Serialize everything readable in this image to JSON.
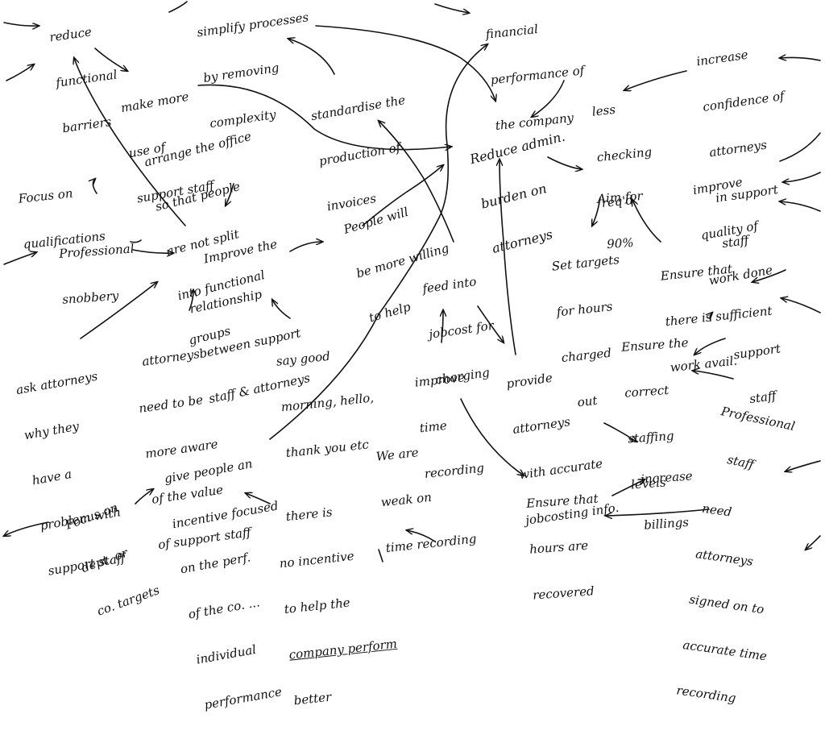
{
  "nodes": {
    "reduce_functional_barriers": [
      "reduce",
      "functional",
      "barriers"
    ],
    "simplify_processes": [
      "simplify processes",
      "by removing",
      "complexity"
    ],
    "financial_performance": [
      "financial",
      "performance of",
      "the company"
    ],
    "increase_confidence": [
      "increase",
      "confidence of",
      "attorneys",
      "in support",
      "staff"
    ],
    "make_more_use": [
      "make more",
      "use of",
      "support staff"
    ],
    "standardise_invoices": [
      "standardise the",
      "production of",
      "invoices"
    ],
    "less_checking": [
      "less",
      "checking",
      "req'd"
    ],
    "reduce_admin_burden": [
      "Reduce admin.",
      "burden on",
      "attorneys"
    ],
    "arrange_office": [
      "arrange the office",
      "so that people",
      "are not split",
      "into functional",
      "groups"
    ],
    "focus_qualifications": [
      "Focus on",
      "qualifications"
    ],
    "aim_for_90": [
      "Aim for",
      "90%"
    ],
    "improve_quality": [
      "improve",
      "quality of",
      "work done"
    ],
    "professional_snobbery": [
      "Professional",
      "snobbery"
    ],
    "people_more_willing": [
      "People will",
      "be more willing",
      "to help"
    ],
    "improve_relationship": [
      "Improve the",
      "relationship",
      "between support",
      "staff & attorneys"
    ],
    "set_targets": [
      "Set targets",
      "for hours",
      "charged",
      "out"
    ],
    "feed_into_jobcost": [
      "feed into",
      "jobcost for",
      "charging"
    ],
    "ensure_sufficient_work": [
      "Ensure that",
      "there is sufficient",
      "work avail."
    ],
    "ensure_staffing": [
      "Ensure the",
      "correct",
      "staffing",
      "levels"
    ],
    "support_staff": [
      "support",
      "staff"
    ],
    "ask_attorneys": [
      "ask attorneys",
      "why they",
      "have a",
      "problem with",
      "support staff"
    ],
    "attorneys_aware": [
      "attorneys",
      "need to be",
      "more aware",
      "of the value",
      "of support staff"
    ],
    "say_good_morning": [
      "say good",
      "morning, hello,",
      "thank you etc"
    ],
    "improve_time_recording": [
      "improve",
      "time",
      "recording"
    ],
    "provide_attorneys": [
      "provide",
      "attorneys",
      "with accurate",
      "jobcosting info."
    ],
    "professional_staff": [
      "Professional",
      "staff"
    ],
    "we_are_weak": [
      "We are",
      "weak on",
      "time recording"
    ],
    "increase_billings": [
      "increase",
      "billings"
    ],
    "give_people_incentive": [
      "give people an",
      "incentive focused",
      "on the perf.",
      "of the co. ...",
      "individual",
      "performance"
    ],
    "ensure_hours_recovered": [
      "Ensure that",
      "hours are",
      "recovered"
    ],
    "need_attorneys_signed": [
      "need",
      "attorneys",
      "signed on to",
      "accurate time",
      "recording"
    ],
    "focus_dept_targets": [
      "Focus on",
      "dept. or",
      "co. targets"
    ],
    "no_incentive": [
      "there is",
      "no incentive",
      "to help the",
      "company perform",
      "better"
    ]
  }
}
